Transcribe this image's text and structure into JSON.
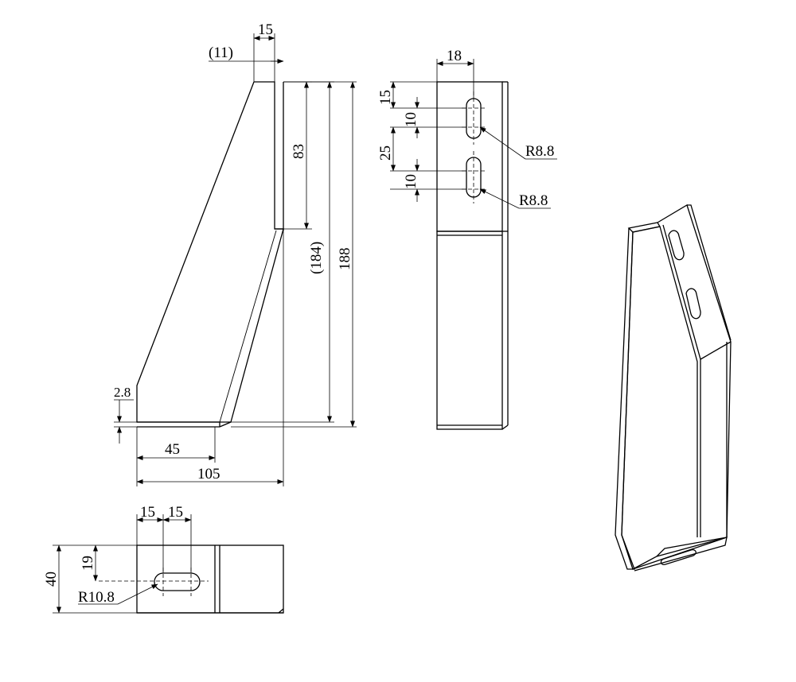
{
  "front_view": {
    "dim_top_width": "15",
    "dim_top_offset": "(11)",
    "dim_vertical_slot_section": "83",
    "dim_total_height_ref": "(184)",
    "dim_total_height": "188",
    "dim_thickness": "2.8",
    "dim_base_flange": "45",
    "dim_base_total": "105"
  },
  "side_view": {
    "dim_top_width": "18",
    "dim_slot1_offset": "15",
    "dim_slot1_length": "10",
    "dim_slot_spacing": "25",
    "dim_slot2_length": "10",
    "slot1_radius": "R8.8",
    "slot2_radius": "R8.8"
  },
  "bottom_view": {
    "dim_height": "40",
    "dim_slot_center": "19",
    "dim_slot_left": "15",
    "dim_slot_right": "15",
    "slot_radius": "R10.8"
  }
}
